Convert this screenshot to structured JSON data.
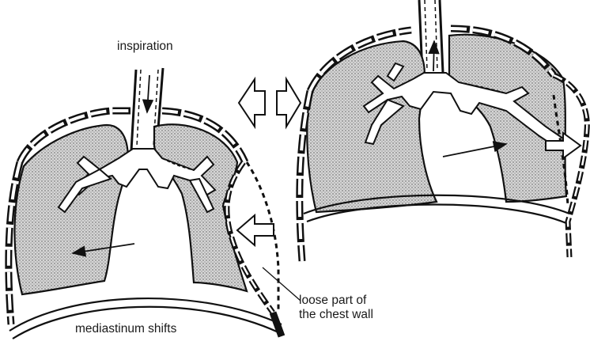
{
  "labels": {
    "inspiration": "inspiration",
    "loose_line1": "loose part of",
    "loose_line2": "the chest wall",
    "mediastinum": "mediastinum shifts"
  },
  "colors": {
    "ink": "#111111",
    "lung_fill": "#c9c9c9",
    "background": "#ffffff"
  },
  "icons": {
    "exchange": "double-arrow-icon",
    "wall_push": "hollow-arrow-icon"
  }
}
